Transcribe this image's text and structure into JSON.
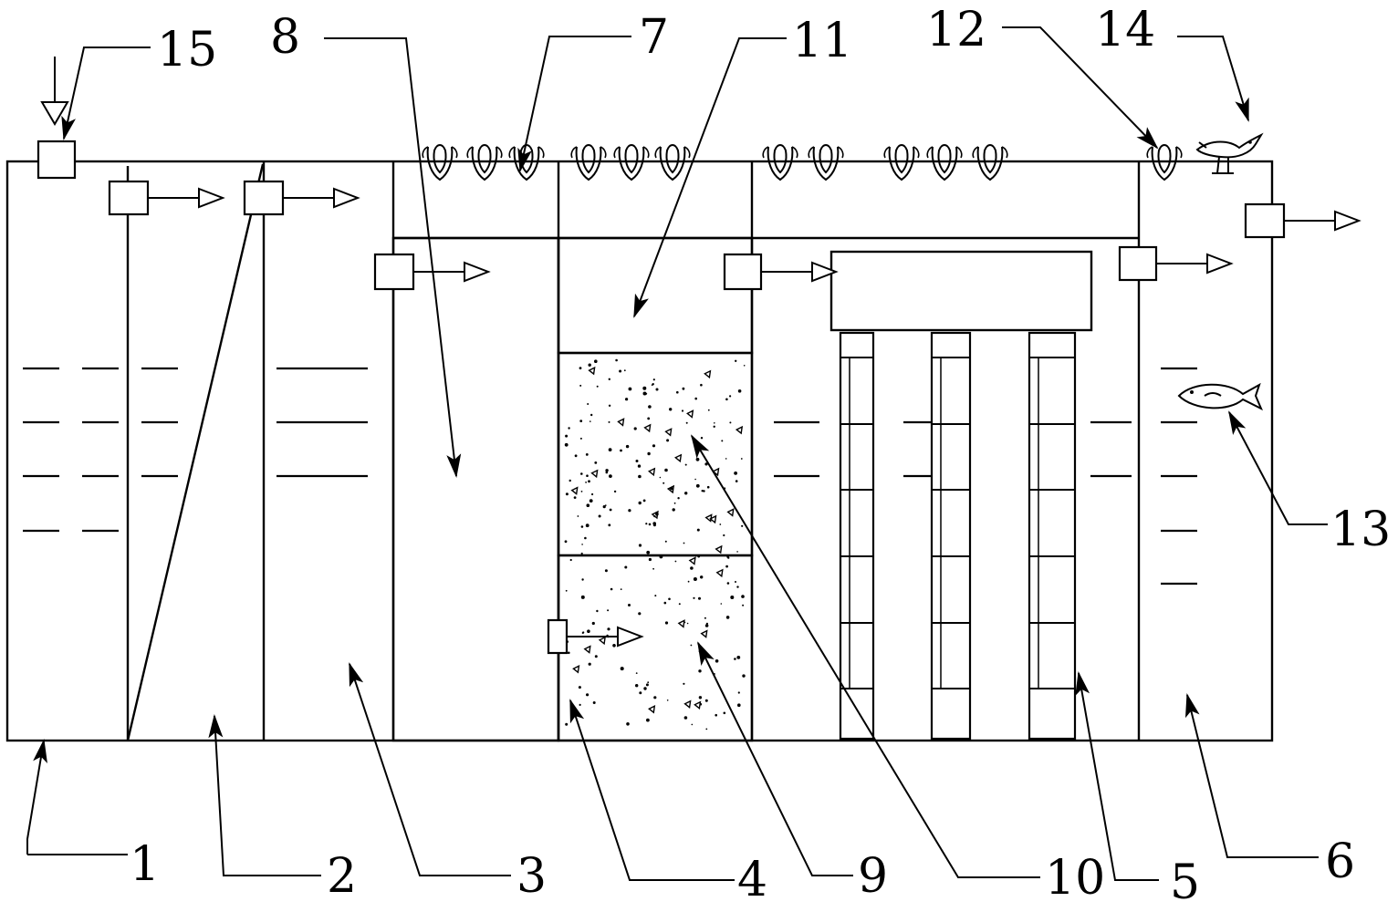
{
  "labels": {
    "l1": "1",
    "l2": "2",
    "l3": "3",
    "l4": "4",
    "l5": "5",
    "l6": "6",
    "l7": "7",
    "l8": "8",
    "l9": "9",
    "l10": "10",
    "l11": "11",
    "l12": "12",
    "l13": "13",
    "l14": "14",
    "l15": "15"
  },
  "icons": {
    "plant": "aquatic-plant-icon",
    "bird": "bird-icon",
    "fish": "fish-icon",
    "valve": "valve-icon",
    "flow_arrow": "flow-arrow-icon"
  },
  "colors": {
    "line": "#000000",
    "background": "#ffffff"
  }
}
